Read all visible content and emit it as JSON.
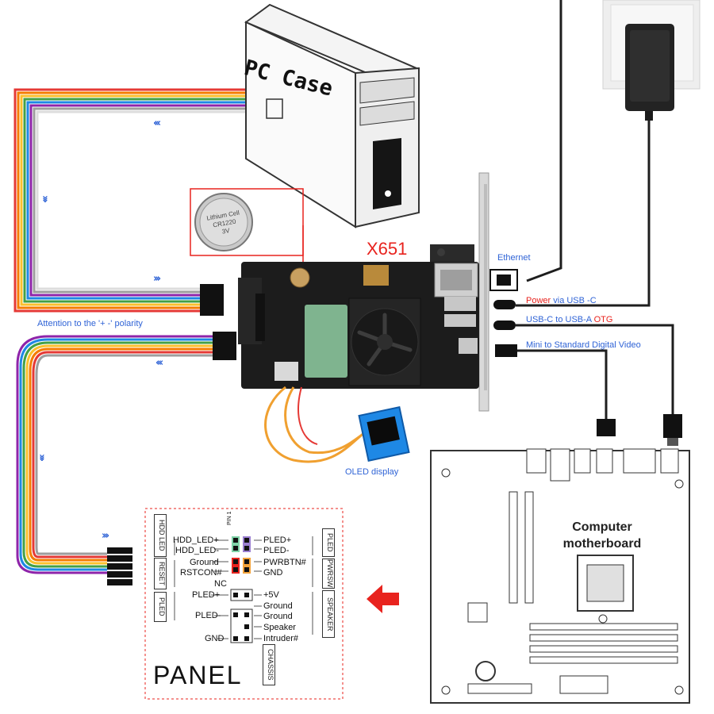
{
  "title": "X651",
  "pc_case_label": "PC Case",
  "coin_cell": {
    "line1": "Lithium Cell",
    "line2": "CR1220",
    "line3": "3V"
  },
  "labels": {
    "ethernet": "Ethernet",
    "power_prefix": "Power",
    "power_suffix": " via USB -C",
    "usbc_prefix": "USB-C to USB-A ",
    "usbc_otg": "OTG",
    "mini_video": "Mini to Standard Digital Video",
    "polarity": "Attention to the '+ -' polarity",
    "oled": "OLED display",
    "motherboard": "Computer motherboard"
  },
  "panel": {
    "title": "PANEL",
    "left_groups": [
      "HDD LED",
      "RESET",
      "PLED"
    ],
    "right_groups": [
      "PLED",
      "PWRSW",
      "SPEAKER"
    ],
    "bottom_group": "CHASSIS",
    "pin_header_label": "PIN 1",
    "left_pins": [
      "HDD_LED+",
      "HDD_LED-",
      "Ground",
      "RSTCON#",
      "NC",
      "PLED+",
      "PLED-",
      "GND"
    ],
    "right_pins": [
      "PLED+",
      "PLED-",
      "PWRBTN#",
      "GND",
      "+5V",
      "Ground",
      "Ground",
      "Speaker",
      "Intruder#"
    ]
  },
  "colors": {
    "accent_blue": "#2f63d6",
    "accent_red": "#e8231e",
    "pcb": "#1c1c1c",
    "module_green": "#7fb48f",
    "pin_green": "#7fd3a8",
    "pin_purple": "#9b7fd1",
    "pin_red": "#e8231e",
    "pin_orange": "#f2a23a"
  },
  "icons": [
    "ethernet-plug-icon",
    "usb-c-plug-icon",
    "usb-a-plug-icon",
    "hdmi-plug-icon",
    "power-adapter-icon",
    "coin-cell-icon",
    "fan-icon",
    "red-arrow-left-icon",
    "chevron-arrows-icon"
  ]
}
